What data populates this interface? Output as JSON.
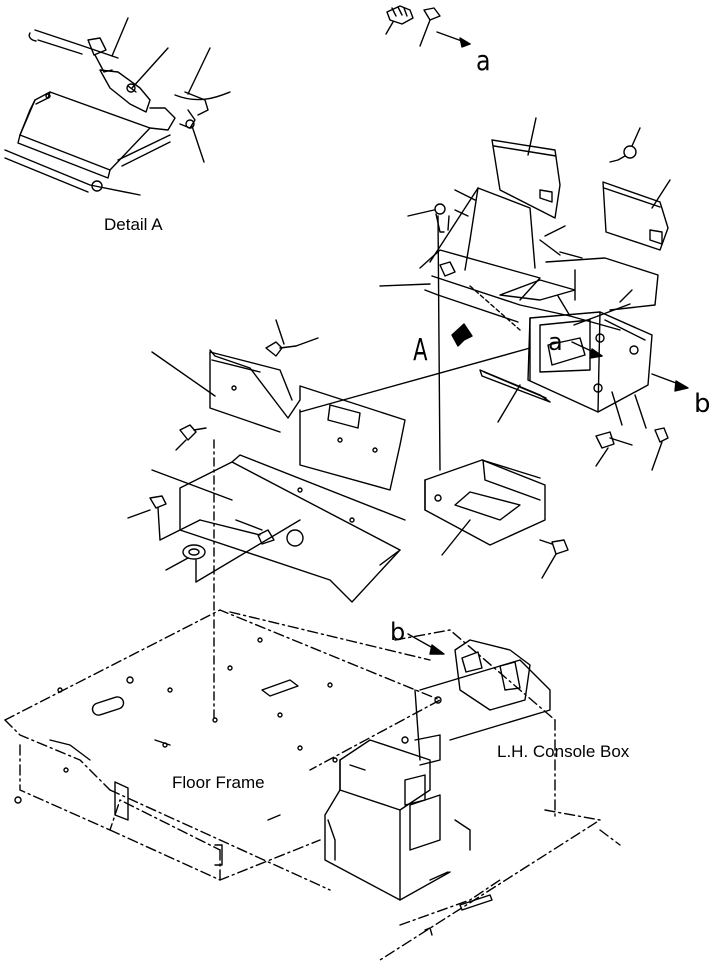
{
  "labels": {
    "detail_a": "Detail A",
    "floor_frame": "Floor Frame",
    "console_box": "L.H. Console Box",
    "a_top": "a",
    "a_mid": "a",
    "b_right": "b",
    "b_lower": "b",
    "view_a": "A"
  },
  "colors": {
    "ink": "#000000",
    "paper": "#ffffff"
  }
}
